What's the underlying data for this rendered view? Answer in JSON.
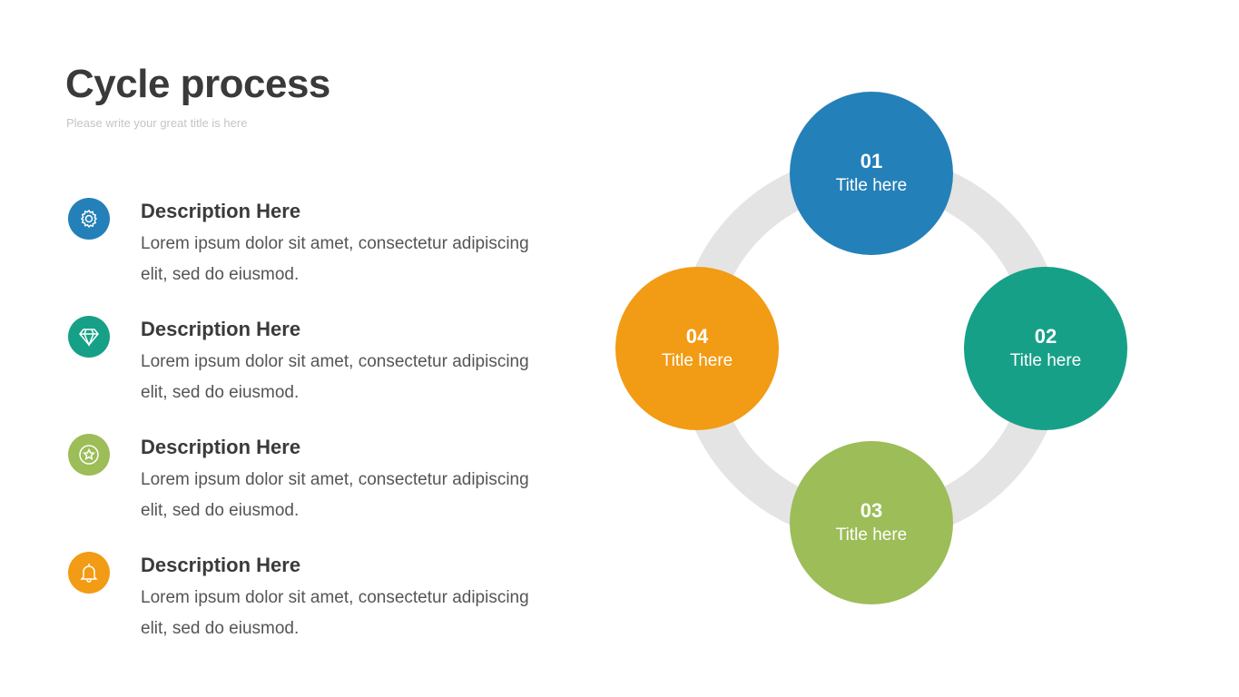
{
  "header": {
    "title": "Cycle process",
    "subtitle": "Please write your great title is here"
  },
  "items": [
    {
      "icon": "gear-icon",
      "color": "#2480b8",
      "heading": "Description Here",
      "text": "Lorem ipsum dolor sit amet, consectetur adipiscing elit, sed do eiusmod."
    },
    {
      "icon": "diamond-icon",
      "color": "#17a088",
      "heading": "Description Here",
      "text": "Lorem ipsum dolor sit amet, consectetur adipiscing elit, sed do eiusmod."
    },
    {
      "icon": "star-badge-icon",
      "color": "#9cbd57",
      "heading": "Description Here",
      "text": "Lorem ipsum dolor sit amet, consectetur adipiscing elit, sed do eiusmod."
    },
    {
      "icon": "bell-icon",
      "color": "#f29b14",
      "heading": "Description Here",
      "text": "Lorem ipsum dolor sit amet, consectetur adipiscing elit, sed do eiusmod."
    }
  ],
  "cycle": {
    "ring_color": "#e4e4e4",
    "nodes": [
      {
        "number": "01",
        "label": "Title here",
        "color": "#2480b8"
      },
      {
        "number": "02",
        "label": "Title here",
        "color": "#17a088"
      },
      {
        "number": "03",
        "label": "Title here",
        "color": "#9cbd57"
      },
      {
        "number": "04",
        "label": "Title here",
        "color": "#f29b14"
      }
    ]
  }
}
